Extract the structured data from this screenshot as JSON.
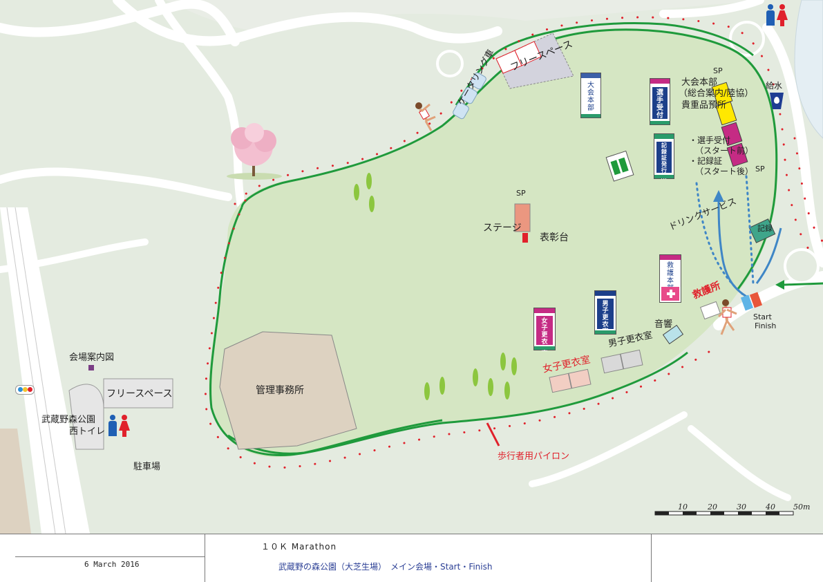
{
  "event": {
    "title": "１０Ｋ Marathon",
    "date": "6 March 2016",
    "venue": "武蔵野の森公園（大芝生場）　メイン会場・Start・Finish"
  },
  "labels": {
    "free_space_top": "フリースペース",
    "free_space_left": "フリースペース",
    "catering": "ケータリング車",
    "hq_sign": "大会本部",
    "registration_sign": "選手受付",
    "record_sign": "記録証発行所",
    "hq_desc_1": "大会本部",
    "hq_desc_2": "（総合案内/陸協）",
    "hq_desc_3": "貴重品預所",
    "sp_1": "SP",
    "sp_2": "SP",
    "sp_3": "SP",
    "reg_note_1": "・選手受付",
    "reg_note_2": "（スタート前）",
    "rec_note_1": "・記録証",
    "rec_note_2": "（スタート後）",
    "water": "給水",
    "drink_service": "ドリンクサービス",
    "record_booth": "記録",
    "stage": "ステージ",
    "podium": "表彰台",
    "first_aid_hq": "救護本部",
    "first_aid": "救護所",
    "start": "Start",
    "finish": "Finish",
    "sound": "音響",
    "womens_changing_sign": "女子更衣室",
    "mens_changing_sign": "男子更衣室",
    "womens_changing": "女子更衣室",
    "mens_changing": "男子更衣室",
    "admin_office": "管理事務所",
    "venue_guide_map": "会場案内図",
    "west_toilet_1": "武蔵野森公園",
    "west_toilet_2": "西トイレ",
    "parking": "駐車場",
    "pylon": "歩行者用パイロン"
  },
  "scale": {
    "ticks": [
      "10",
      "20",
      "30",
      "40",
      "50m"
    ]
  },
  "icons": [
    "toilet-icon",
    "water-drop-icon",
    "traffic-light-icon",
    "first-aid-cross-icon",
    "runner-icon",
    "tree-icon",
    "speaker-icon"
  ],
  "colors": {
    "lawn": "#d5e6c3",
    "course_line": "#1f9a3c",
    "pylon_dots": "#e0212b",
    "water_area": "#e4eef3",
    "admin_building": "#ddd2c1",
    "arrow_blue": "#3f86c6",
    "start_orange": "#e8563a",
    "start_blue": "#5fb4e6"
  }
}
